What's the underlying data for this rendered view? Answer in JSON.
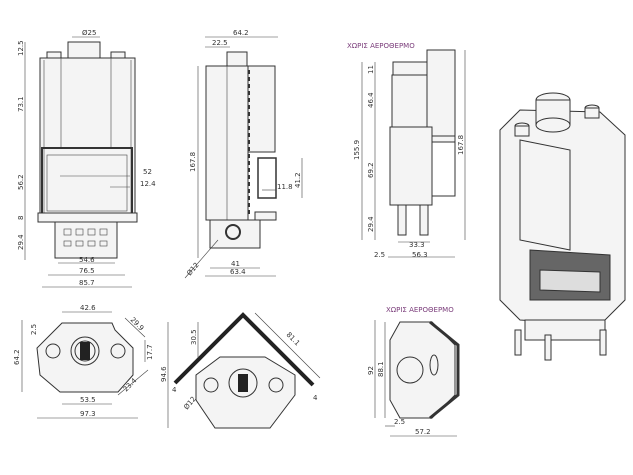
{
  "colors": {
    "line": "#333333",
    "caption": "#7a3c7a"
  },
  "caption": "ΧΩΡΙΣ ΑΕΡΟΘΕΡΜΟ",
  "front": {
    "d_flue": "Ø25",
    "h_top": "12.5",
    "h_upper": "73.1",
    "h_door": "56.2",
    "h_sill": "8",
    "h_base": "29.4",
    "w_glass": "52",
    "w_side": "12.4",
    "w_base": "54.6",
    "w_inner": "76.5",
    "w_total": "85.7"
  },
  "side": {
    "w_total": "64.2",
    "w_flue": "22.5",
    "h_total": "167.8",
    "h_glass": "41.2",
    "w_glass": "11.8",
    "w_base": "41",
    "w_bottom": "63.4",
    "d_pipe": "Ø12"
  },
  "side2": {
    "h_top": "11",
    "h_upper": "46.4",
    "h_total": "155.9",
    "h_mid": "69.2",
    "h_base": "29.4",
    "w_base": "33.3",
    "w_gap": "2.5",
    "w_total": "56.3",
    "h_full": "167.8"
  },
  "plan1": {
    "w_back": "42.6",
    "w_diag": "29.9",
    "offset": "2.5",
    "depth": "64.2",
    "h_pipe": "17.7",
    "w_diag2": "23.4",
    "w_front": "53.5",
    "w_total": "97.3"
  },
  "plan2": {
    "depth_back": "30.5",
    "w_wall": "81.1",
    "depth_total": "94.6",
    "gap_left": "4",
    "d_pipe": "Ø12",
    "gap_right": "4"
  },
  "plan3": {
    "depth_outer": "92",
    "depth_inner": "88.1",
    "offset": "2.5",
    "width": "57.2"
  }
}
